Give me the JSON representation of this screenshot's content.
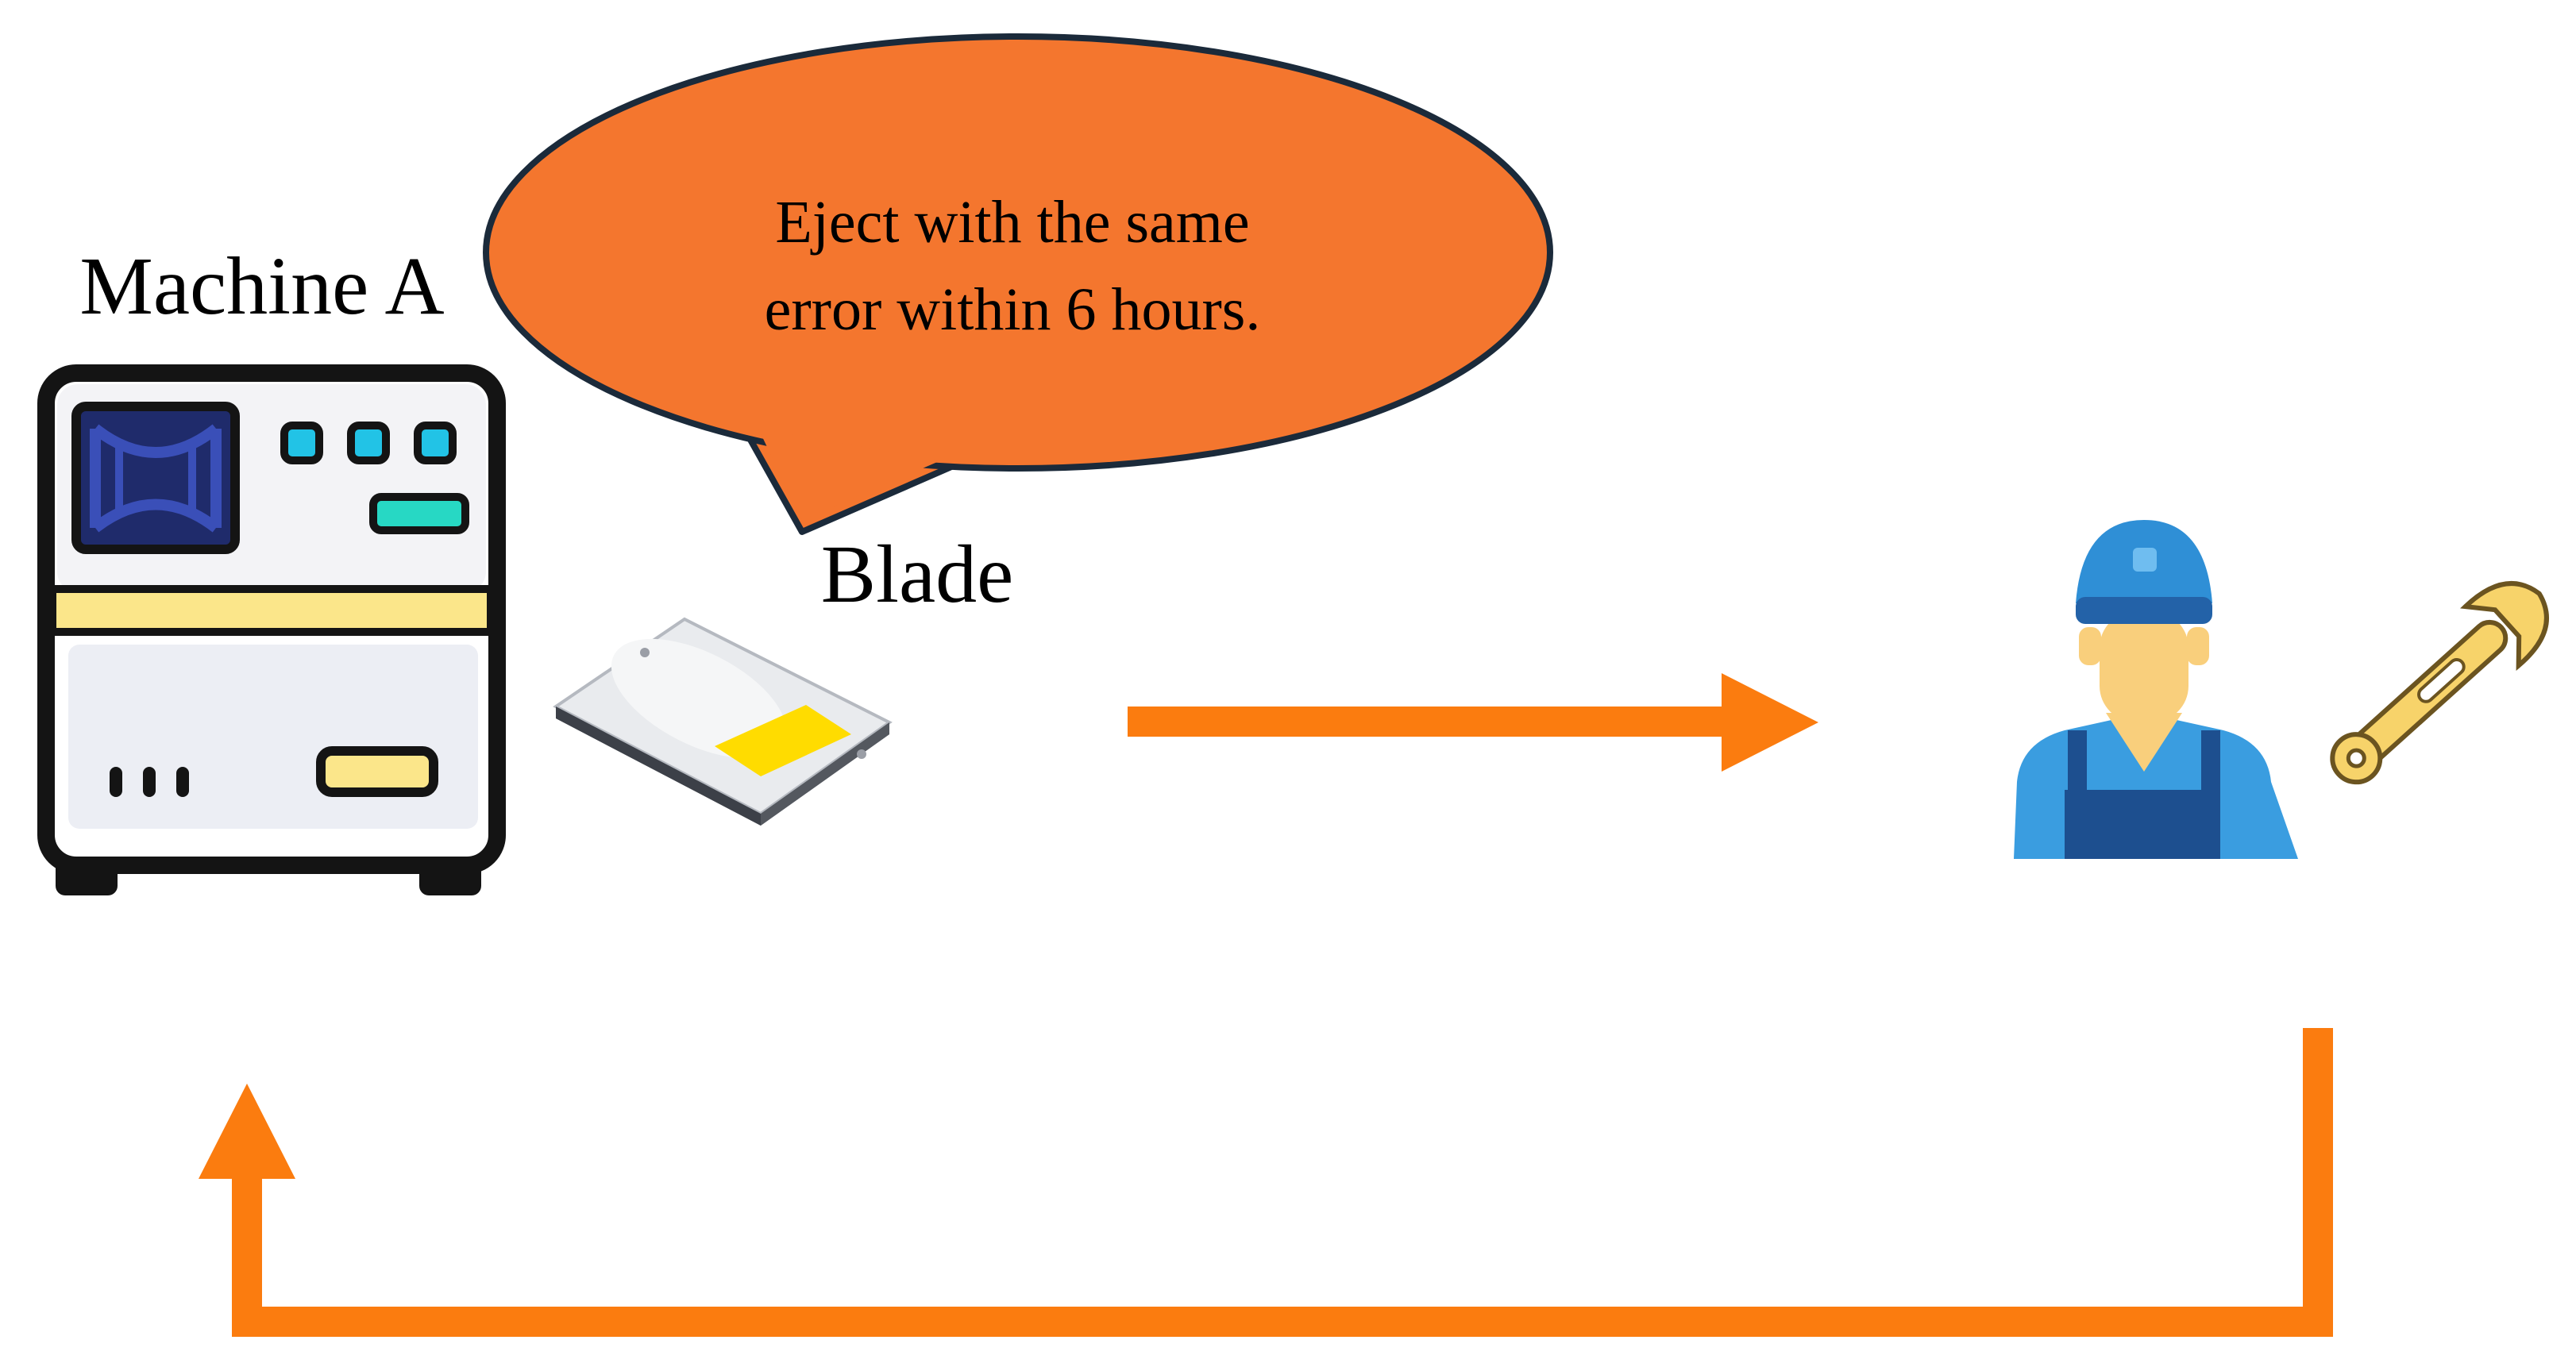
{
  "labels": {
    "machine": "Machine A",
    "blade": "Blade"
  },
  "bubble": {
    "line1": "Eject with the same",
    "line2": "error within 6 hours."
  },
  "colors": {
    "arrow": "#fb7c0f",
    "bubble_fill": "#f4762e",
    "bubble_stroke": "#1b2a3a",
    "machine_outline": "#141414",
    "machine_screen": "#1f2b6b",
    "machine_stripe": "#fbe68a",
    "machine_indicator": "#22c3e6",
    "machine_slot": "#27d8c4",
    "chip": "#ffdc00",
    "worker_cap": "#2f8fd6",
    "worker_skin": "#f9cf7c",
    "worker_overall": "#1d4f8f",
    "worker_shirt": "#3a9de0",
    "wrench": "#f7d36a"
  },
  "icons": {
    "machine": "machine-icon",
    "blade": "blade-disk-icon",
    "worker": "technician-icon",
    "tool": "wrench-icon"
  }
}
